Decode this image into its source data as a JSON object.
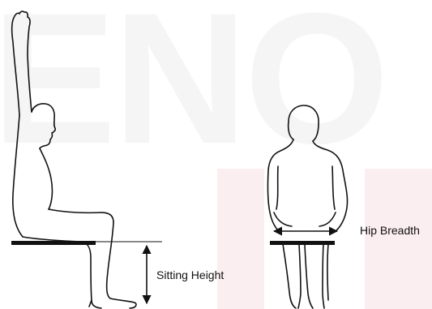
{
  "watermark": {
    "text": "ENO",
    "accent": "#fbeef0"
  },
  "labels": {
    "sitting_height": "Sitting Height",
    "hip_breadth": "Hip Breadth"
  },
  "colors": {
    "line": "#111111",
    "background": "#ffffff"
  }
}
